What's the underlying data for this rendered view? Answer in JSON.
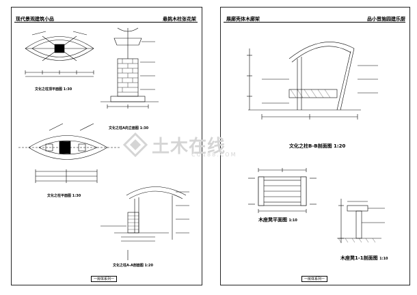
{
  "left_page": {
    "header_left": "现代景观建筑小品",
    "header_right": "悬挑木柱张花架",
    "footer": "一房体系列一",
    "captions": {
      "plan_top": "文化之柱顶平面图 1:30",
      "elevation": "文化之柱A向立面图  1:30",
      "plan_mid": "文化之柱平面图 1:30",
      "section": "文化之柱A-A剖面图 1:20"
    }
  },
  "right_page": {
    "header_left": "展廊壳体木廊架",
    "header_right": "品小晋施园建乐厨",
    "footer": "一房体系列一",
    "captions": {
      "section_bb": "文化之柱B-B剖面图 1:20",
      "bench_plan": "木座凳平面图",
      "bench_plan_scale": "1:10",
      "bench_section": "木座凳1-1剖面图",
      "bench_section_scale": "1:10"
    }
  },
  "watermark": {
    "text": "土木在线",
    "sub": "CO188.COM",
    "color": "#d5d5d5"
  }
}
